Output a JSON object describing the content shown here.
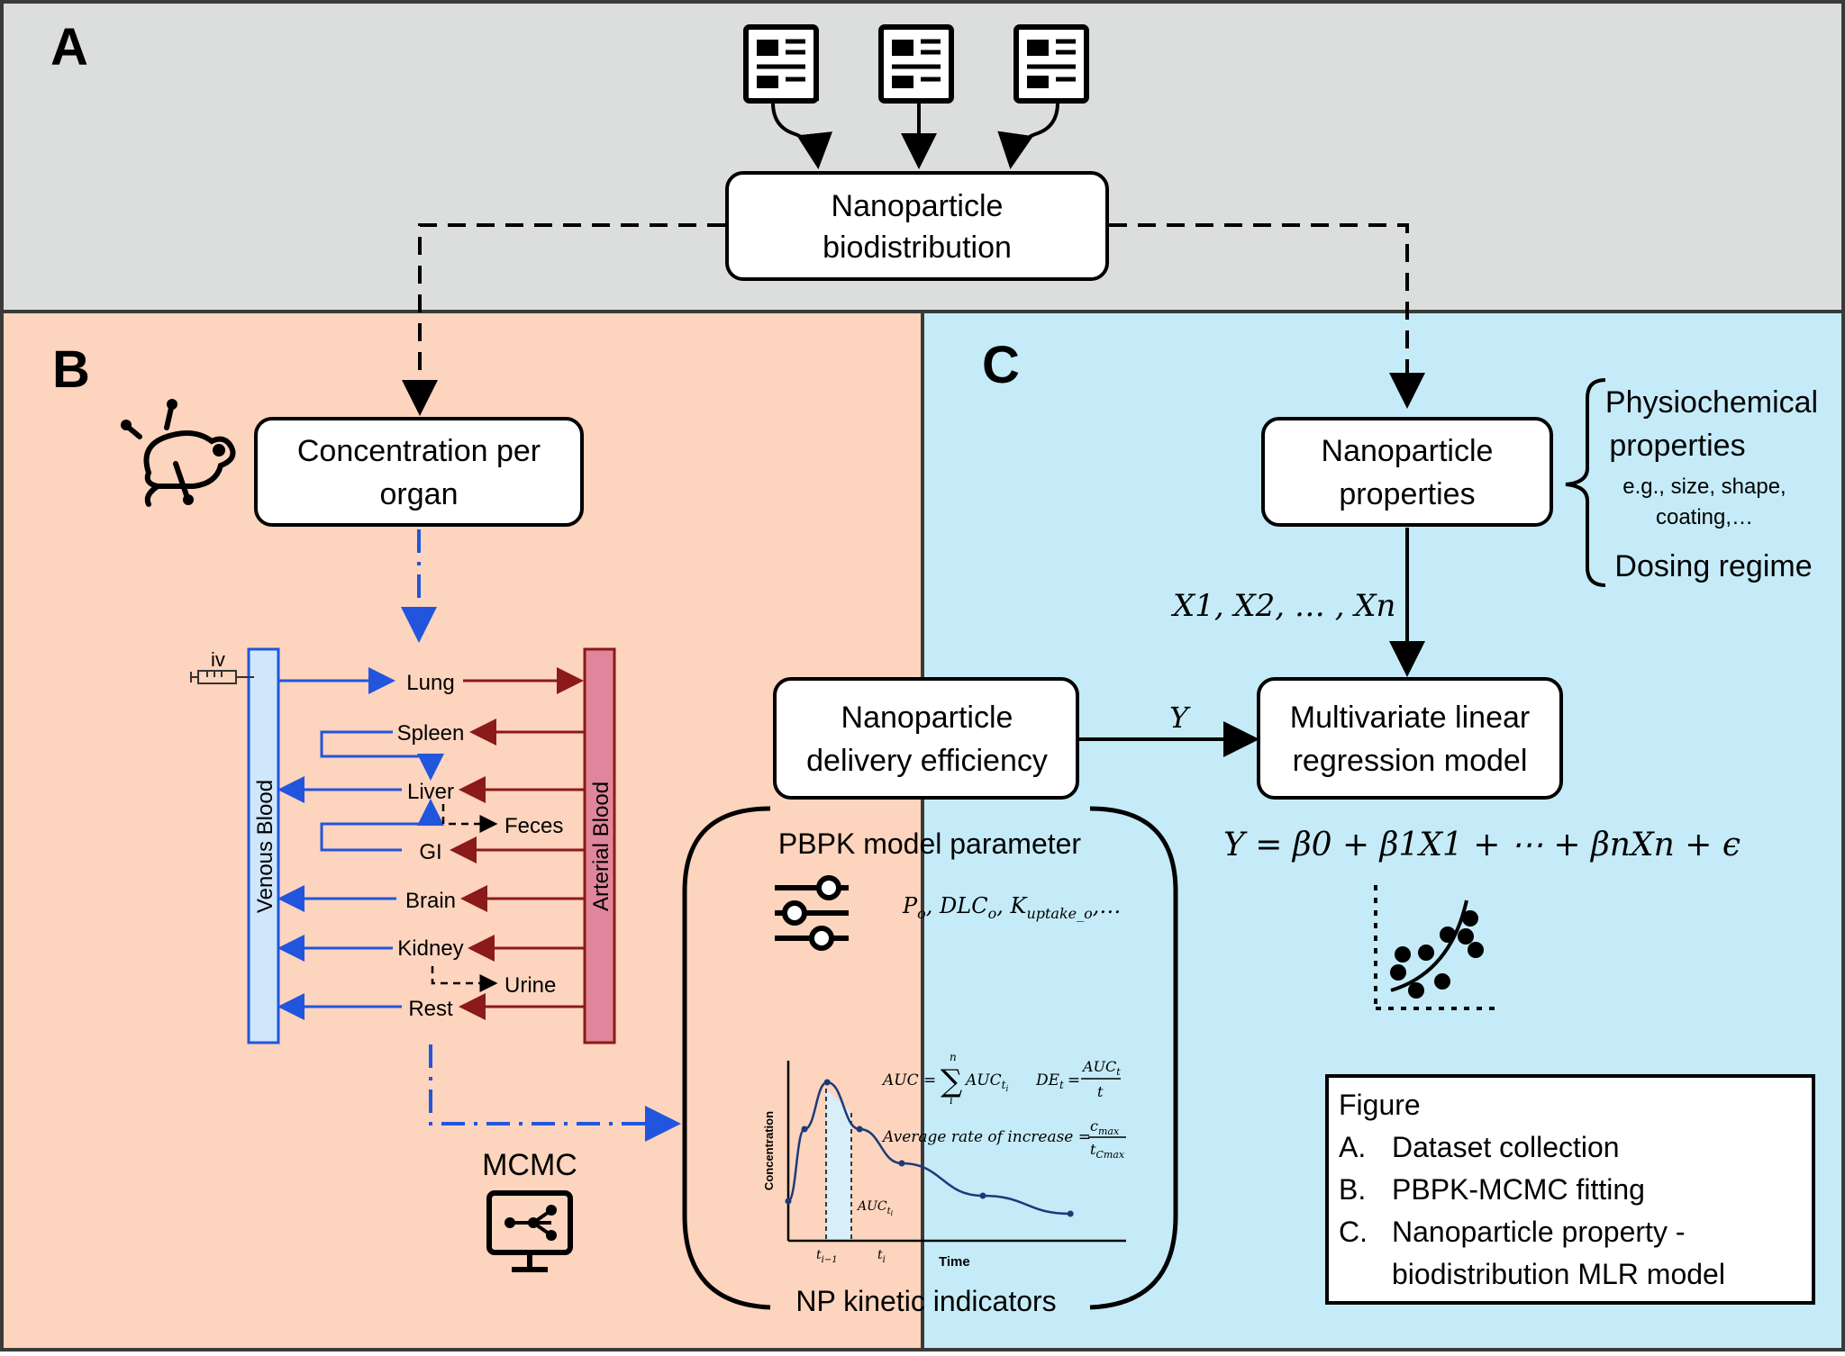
{
  "colors": {
    "panel_a": "#dcdedd",
    "panel_b": "#fdd4bd",
    "panel_c": "#c5ebf8",
    "venous": "#cfe6fb",
    "arterial": "#e0869c",
    "blue_arrow": "#2255dd",
    "red_arrow": "#8b1a1a"
  },
  "panels": {
    "a": "A",
    "b": "B",
    "c": "C"
  },
  "icons": [
    "document-icon",
    "document-icon",
    "document-icon",
    "mouse-icon",
    "syringe-icon",
    "sliders-icon",
    "computer-network-icon",
    "scatter-plot-icon"
  ],
  "boxes": {
    "biodistribution": [
      "Nanoparticle",
      "biodistribution"
    ],
    "concentration": [
      "Concentration per",
      "organ"
    ],
    "properties": [
      "Nanoparticle",
      "properties"
    ],
    "delivery": [
      "Nanoparticle",
      "delivery efficiency"
    ],
    "mlr": [
      "Multivariate linear",
      "regression model"
    ]
  },
  "pbpk": {
    "iv": "iv",
    "venous": "Venous Blood",
    "arterial": "Arterial Blood",
    "organs": [
      "Lung",
      "Spleen",
      "Liver",
      "GI",
      "Brain",
      "Kidney",
      "Rest"
    ],
    "feces": "Feces",
    "urine": "Urine",
    "mcmc": "MCMC"
  },
  "bracket": {
    "top": "PBPK model parameter",
    "params": "P",
    "params_sub": "o",
    "params_rest": ", DLC",
    "params_sub2": "o",
    "params_rest2": ", K",
    "params_sub3": "uptake_o",
    "params_rest3": ",…",
    "bottom": "NP kinetic indicators"
  },
  "kinetics": {
    "auc": "AUC =",
    "auc_sum_top": "n",
    "auc_sum_bottom": "i",
    "auc_term": "AUC",
    "auc_term_sub": "t",
    "auc_term_subsub": "i",
    "de_left": "DE",
    "de_left_sub": "t",
    "de_eq": "=",
    "de_num": "AUC",
    "de_num_sub": "t",
    "de_den": "t",
    "rate": "Average rate of increase =",
    "rate_num": "c",
    "rate_num_sub": "max",
    "rate_den": "t",
    "rate_den_sub": "Cmax",
    "ylabel": "Concentration",
    "xlabel": "Time",
    "tick_prev": "t",
    "tick_prev_sub": "i−1",
    "tick_cur": "t",
    "tick_cur_sub": "i",
    "area_label": "AUC",
    "area_label_sub": "t",
    "area_label_subsub": "i",
    "curve_points": [
      [
        0.0,
        0.22
      ],
      [
        0.05,
        0.62
      ],
      [
        0.12,
        0.88
      ],
      [
        0.22,
        0.62
      ],
      [
        0.35,
        0.43
      ],
      [
        0.6,
        0.25
      ],
      [
        0.87,
        0.15
      ]
    ]
  },
  "mlr": {
    "inputs": "X1, X2, … , Xn",
    "output": "Y",
    "equation": "Y = β0 + β1X1 + ⋯ + βnXn + ϵ",
    "physio": [
      "Physiochemical",
      "properties"
    ],
    "examples": [
      "e.g., size, shape,",
      "coating,…"
    ],
    "dosing": "Dosing regime"
  },
  "legend": {
    "title": "Figure",
    "items": [
      {
        "key": "A.",
        "text": "Dataset collection"
      },
      {
        "key": "B.",
        "text": "PBPK-MCMC fitting"
      },
      {
        "key": "C.",
        "text": "Nanoparticle property -"
      },
      {
        "key": "",
        "text": "biodistribution MLR model"
      }
    ]
  }
}
